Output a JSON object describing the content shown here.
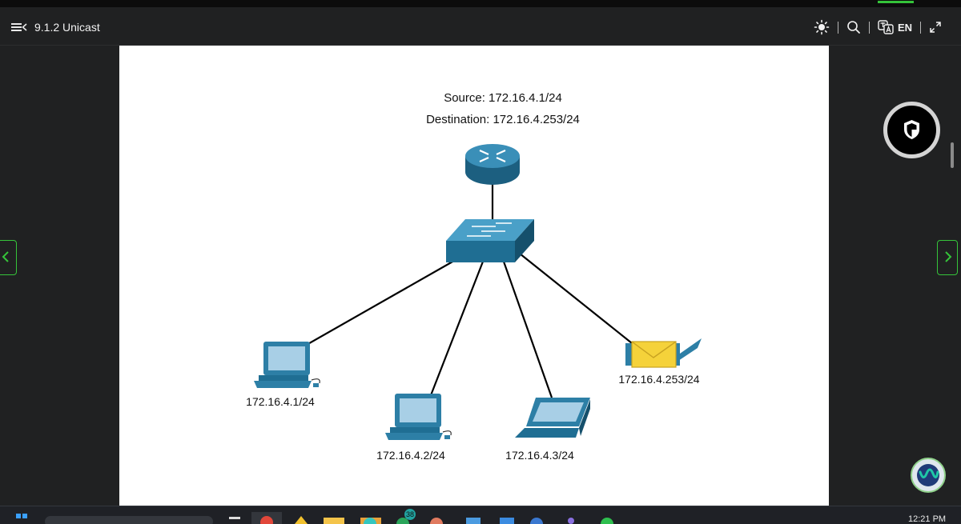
{
  "header": {
    "title": "9.1.2 Unicast",
    "language": "EN"
  },
  "icons": {
    "menu": "menu-collapse-icon",
    "theme": "sun-icon",
    "search": "search-icon",
    "translate": "translate-icon",
    "fullscreen": "expand-icon",
    "prev": "chevron-left-icon",
    "next": "chevron-right-icon",
    "security": "shield-icon",
    "assistant": "webex-icon"
  },
  "diagram": {
    "source_label": "Source: 172.16.4.1/24",
    "destination_label": "Destination: 172.16.4.253/24",
    "hosts": [
      {
        "label": "172.16.4.1/24"
      },
      {
        "label": "172.16.4.2/24"
      },
      {
        "label": "172.16.4.3/24"
      },
      {
        "label": "172.16.4.253/24"
      }
    ]
  },
  "taskbar": {
    "badge_count": "38",
    "clock": "12:21 PM"
  },
  "colors": {
    "accent": "#35c43a",
    "device_blue": "#2d7fa6",
    "envelope": "#f5d23a"
  }
}
